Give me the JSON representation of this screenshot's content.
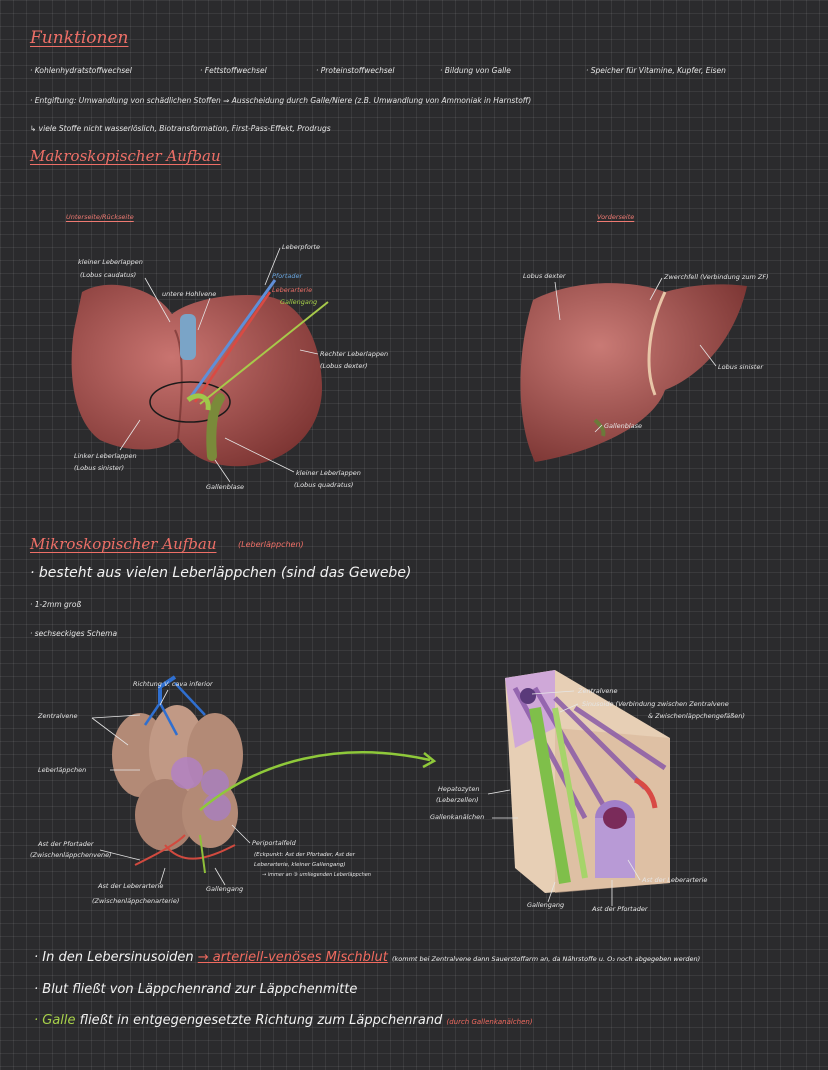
{
  "functions": {
    "title": "Funktionen",
    "row1": [
      "· Kohlenhydratstoffwechsel",
      "· Fettstoffwechsel",
      "· Proteinstoffwechsel",
      "· Bildung von Galle",
      "· Speicher für Vitamine, Kupfer, Eisen"
    ],
    "row2": "· Entgiftung: Umwandlung von schädlichen Stoffen ⇒ Ausscheidung durch Galle/Niere (z.B. Umwandlung von Ammoniak in Harnstoff)",
    "row3": "↳ viele Stoffe nicht wasserlöslich, Biotransformation, First-Pass-Effekt, Prodrugs"
  },
  "macro": {
    "title": "Makroskopischer Aufbau",
    "back_title": "Unterseite/Rückseite",
    "front_title": "Vorderseite",
    "back_labels": {
      "lobus_caudatus": "kleiner Leberlappen",
      "lobus_caudatus_latin": "(Lobus caudatus)",
      "hohlvene": "untere Hohlvene",
      "leberpforte": "Leberpforte",
      "pfortader": "Pfortader",
      "leberarterie": "Leberarterie",
      "gallengang": "Gallengang",
      "rechter": "Rechter Leberlappen",
      "rechter_latin": "(Lobus dexter)",
      "linker": "Linker Leberlappen",
      "linker_latin": "(Lobus sinister)",
      "gallenblase": "Gallenblase",
      "quadratus": "kleiner Leberlappen",
      "quadratus_latin": "(Lobus quadratus)"
    },
    "front_labels": {
      "dexter": "Lobus dexter",
      "zwerchfell": "Zwerchfell (Verbindung zum ZF)",
      "sinister": "Lobus sinister",
      "gallenblase": "Gallenblase"
    }
  },
  "micro": {
    "title": "Mikroskopischer Aufbau",
    "subtitle": "(Leberläppchen)",
    "bullet1": "· besteht aus vielen Leberläppchen (sind das Gewebe)",
    "bullet2": "· 1-2mm groß",
    "bullet3": "· sechseckiges Schema",
    "left_labels": {
      "vcava": "Richtung V. cava inferior",
      "zentralvene": "Zentralvene",
      "leberlaeppchen": "Leberläppchen",
      "ast_pfortader": "Ast der Pfortader",
      "ast_pfortader_sub": "(Zwischenläppchenvene)",
      "ast_leberarterie": "Ast der Leberarterie",
      "ast_leberarterie_sub": "(Zwischenläppchenarterie)",
      "gallengang": "Gallengang",
      "periportalfeld": "Periportalfeld",
      "periportalfeld_note1": "(Eckpunkt: Ast der Pfortader, Ast der",
      "periportalfeld_note2": "Leberarterie, kleiner Gallengang)",
      "periportalfeld_note3": "→ immer an ③ umliegenden Leberläppchen"
    },
    "right_labels": {
      "zentralvene": "Zentralvene",
      "sinusoide": "Sinusoide (Verbindung zwischen Zentralvene",
      "sinusoide2": "& Zwischenläppchengefäßen)",
      "hepatozyten": "Hepatozyten",
      "hepatozyten_sub": "(Leberzellen)",
      "gallenkanaelchen": "Gallenkanälchen",
      "gallengang": "Gallengang",
      "ast_pfortader": "Ast der Pfortader",
      "ast_leberarterie": "Ast der Leberarterie"
    }
  },
  "summary": {
    "line1_a": "· In den Lebersinusoiden",
    "line1_b": "→ arteriell-venöses Mischblut",
    "line1_c": "(kommt bei Zentralvene dann Sauerstoffarm an, da Nährstoffe u. O₂ noch abgegeben werden)",
    "line2": "· Blut fließt von Läppchenrand zur Läppchenmitte",
    "line3_a": "· Galle",
    "line3_b": "fließt in entgegengesetzte Richtung zum Läppchenrand",
    "line3_c": "(durch Gallenkanälchen)"
  },
  "colors": {
    "heading": "#ee6f67",
    "liver": "#b45a56",
    "vein_blue": "#6aa7e0",
    "artery_red": "#d8453e",
    "bile_green": "#9fc84a"
  }
}
